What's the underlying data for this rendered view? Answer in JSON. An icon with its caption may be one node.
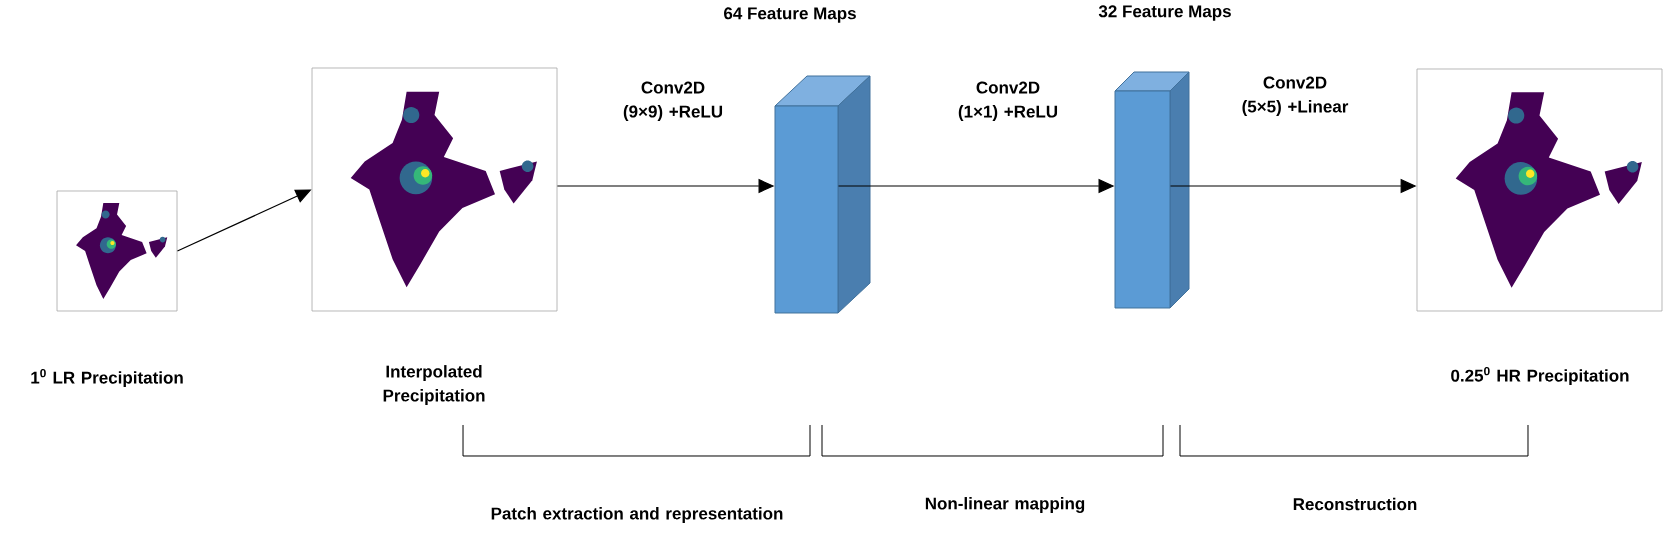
{
  "diagram": {
    "nodes": [
      {
        "text": [],
        "shape": "picture",
        "beside": [
          "1$^{0}$ LR Precipitation"
        ]
      },
      {
        "text": [],
        "shape": "picture",
        "beside": [
          "Interpolated Precipitation"
        ]
      },
      {
        "text": [
          "64 Feature Maps"
        ]
      },
      {
        "text": [
          "32 Feature Maps"
        ]
      },
      {
        "text": [],
        "shape": "picture",
        "beside": [
          "0.25$^{0}$ HR Precipitation"
        ]
      }
    ],
    "edges": [
      {
        "from": 0,
        "to": 1,
        "arrow": "to"
      },
      {
        "from": 1,
        "to": 2,
        "arrow": "to",
        "label": "Conv2D (9×9) +ReLU"
      },
      {
        "from": 2,
        "to": 3,
        "arrow": "to",
        "label": "Conv2D (1×1) +ReLU"
      },
      {
        "from": 3,
        "to": 4,
        "arrow": "to",
        "label": "Conv2D (5×5) +Linear"
      }
    ],
    "labels": [
      "Patch extraction and representation",
      "Non-linear mapping",
      "Reconstruction"
    ]
  }
}
